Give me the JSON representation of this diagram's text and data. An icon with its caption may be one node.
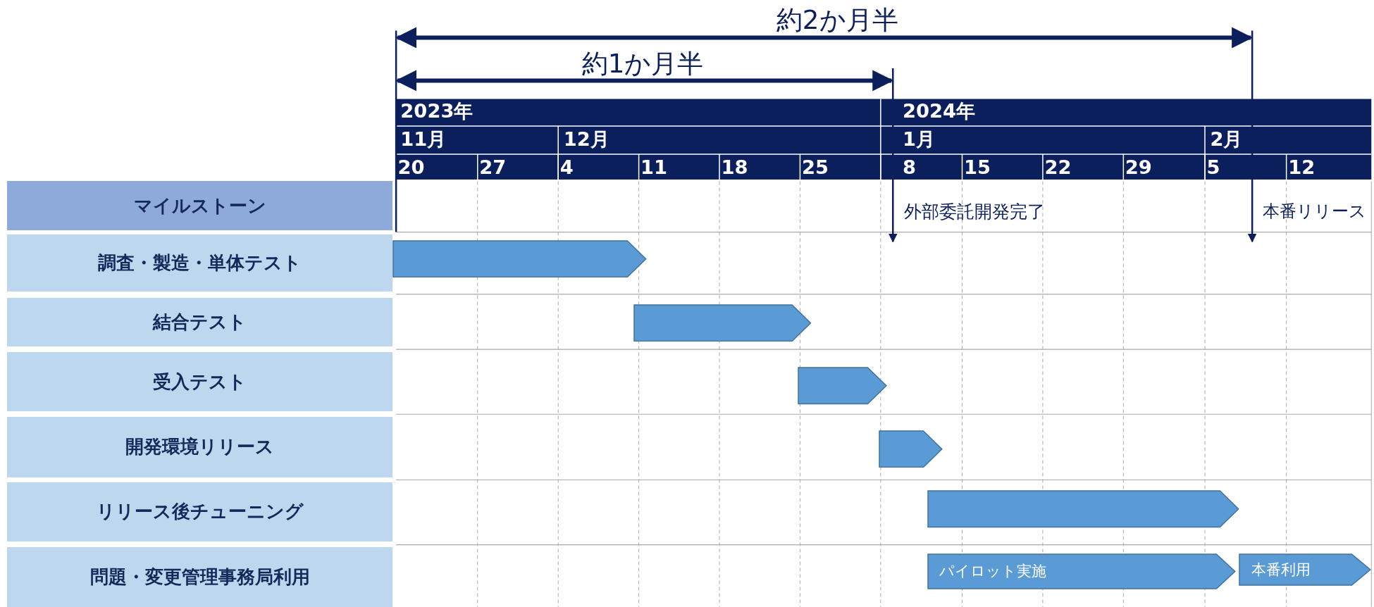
{
  "diagram": {
    "nodes": [
      {
        "text": [
          "マイルストーン"
        ]
      },
      {
        "text": [
          "調査・製造・単体テスト"
        ]
      },
      {
        "text": [],
        "shape": "bar"
      },
      {
        "text": [
          "結合テスト"
        ]
      },
      {
        "text": [],
        "shape": "bar"
      },
      {
        "text": [
          "受入テスト"
        ]
      },
      {
        "text": [],
        "shape": "bar"
      },
      {
        "text": [
          "開発環境リリース"
        ]
      },
      {
        "text": [],
        "shape": "bar"
      },
      {
        "text": [
          "リリース後チューニング"
        ]
      },
      {
        "text": [],
        "shape": "bar"
      },
      {
        "text": [
          "問題・変更管理事務局利用"
        ]
      },
      {
        "text": [
          "パイロット実施"
        ]
      },
      {
        "text": [
          "本番利用"
        ]
      }
    ],
    "labels": [
      "約2か月半",
      "約1か月半",
      "2023年",
      "2024年",
      "11月",
      "12月",
      "1月",
      "2月",
      "20",
      "27",
      "4",
      "11",
      "18",
      "25",
      "8",
      "15",
      "22",
      "29",
      "5",
      "12",
      "外部委託開発完了",
      "本番リリース"
    ]
  }
}
